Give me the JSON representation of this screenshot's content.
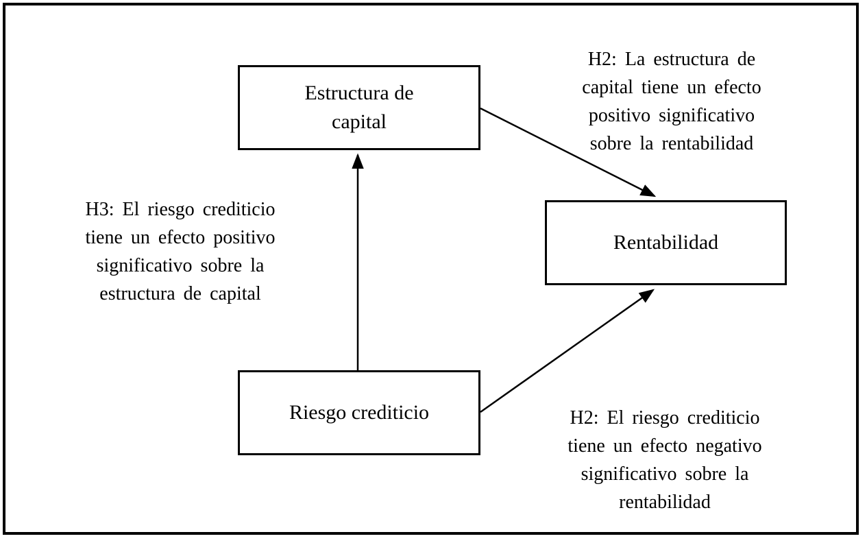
{
  "diagram": {
    "nodes": {
      "estructura_capital": {
        "label": [
          "Estructura de",
          "capital"
        ]
      },
      "rentabilidad": {
        "label": "Rentabilidad"
      },
      "riesgo_crediticio": {
        "label": "Riesgo crediticio"
      }
    },
    "annotations": {
      "h2_top": {
        "lines": [
          "H2: La estructura de",
          "capital tiene un efecto",
          "positivo significativo",
          "sobre la rentabilidad"
        ]
      },
      "h3_left": {
        "lines": [
          "H3: El riesgo crediticio",
          "tiene un efecto positivo",
          "significativo sobre la",
          "estructura de capital"
        ]
      },
      "h2_bottom": {
        "lines": [
          "H2: El riesgo crediticio",
          "tiene un efecto negativo",
          "significativo sobre la",
          "rentabilidad"
        ]
      }
    },
    "edges": [
      {
        "from": "riesgo_crediticio",
        "to": "estructura_capital",
        "annotation": "h3_left"
      },
      {
        "from": "estructura_capital",
        "to": "rentabilidad",
        "annotation": "h2_top"
      },
      {
        "from": "riesgo_crediticio",
        "to": "rentabilidad",
        "annotation": "h2_bottom"
      }
    ],
    "colors": {
      "line": "#000000",
      "background": "#ffffff"
    }
  }
}
